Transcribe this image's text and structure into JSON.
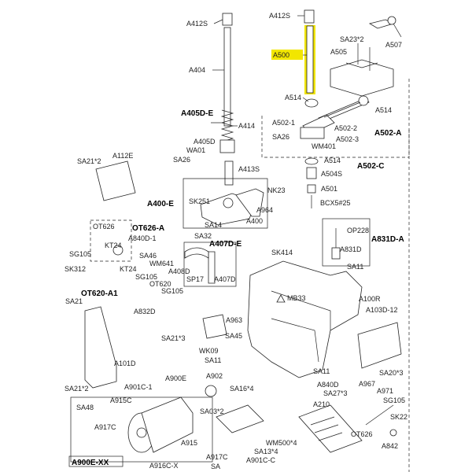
{
  "labels": {
    "a412s_left": "A412S",
    "a412s_right": "A412S",
    "a500": "A500",
    "sa23_2": "SA23*2",
    "a507": "A507",
    "a505": "A505",
    "a404": "A404",
    "a514_top": "A514",
    "a514_right": "A514",
    "a405d_e": "A405D-E",
    "a414": "A414",
    "a502_1": "A502-1",
    "a502_2": "A502-2",
    "a502_a": "A502-A",
    "a405d": "A405D",
    "sa26_mid": "SA26",
    "a502_3": "A502-3",
    "wa01": "WA01",
    "wm401": "WM401",
    "a112e": "A112E",
    "sa21_2_top": "SA21*2",
    "sa26_left": "SA26",
    "a514_mid": "A514",
    "a502_c": "A502-C",
    "a413s": "A413S",
    "a504s": "A504S",
    "nk23": "NK23",
    "a501": "A501",
    "a400_e": "A400-E",
    "sk251": "SK251",
    "a964": "A964",
    "bcx5_25": "BCX5#25",
    "a400": "A400",
    "sa14": "SA14",
    "ot626": "OT626",
    "ot626_a": "OT626-A",
    "a840d_1": "A840D-1",
    "op228": "OP228",
    "a831d_a": "A831D-A",
    "sa32": "SA32",
    "a407d_e": "A407D-E",
    "kt24_top": "KT24",
    "a831d": "A831D",
    "sg105_top": "SG105",
    "sa46": "SA46",
    "sk414": "SK414",
    "wm641": "WM641",
    "a408d": "A408D",
    "sa11_right": "SA11",
    "sk312": "SK312",
    "kt24_mid": "KT24",
    "sg105_mid": "SG105",
    "sp17": "SP17",
    "a407d": "A407D",
    "ot620": "OT620",
    "ot620_a1": "OT620-A1",
    "sg105_low": "SG105",
    "mb33": "MB33",
    "a100r": "A100R",
    "sa21_left": "SA21",
    "a832d": "A832D",
    "a103d_12": "A103D-12",
    "a963": "A963",
    "sa21_3": "SA21*3",
    "sa45": "SA45",
    "wk09": "WK09",
    "a101d": "A101D",
    "sa11_mid": "SA11",
    "sa11_low": "SA11",
    "sa20_3": "SA20*3",
    "a900e": "A900E",
    "a902": "A902",
    "a840d": "A840D",
    "sa21_2_low": "SA21*2",
    "a901c_1": "A901C-1",
    "sa16_4": "SA16*4",
    "a967": "A967",
    "a971": "A971",
    "sa48": "SA48",
    "a915c": "A915C",
    "sa27_3": "SA27*3",
    "sg105_right": "SG105",
    "sa03_2": "SA03*2",
    "a210": "A210",
    "sk22": "SK22",
    "a917c": "A917C",
    "wm500_4": "WM500*4",
    "ot626_low": "OT626",
    "sa13_4": "SA13*4",
    "a915": "A915",
    "a842": "A842",
    "a917c_low": "A917C",
    "a901c_c": "A901C-C",
    "a900e_xx": "A900E-XX",
    "a916c_x": "A916C-X",
    "sa_bottom": "SA"
  },
  "highlight": {
    "part": "A500",
    "color": "#f2e600"
  }
}
